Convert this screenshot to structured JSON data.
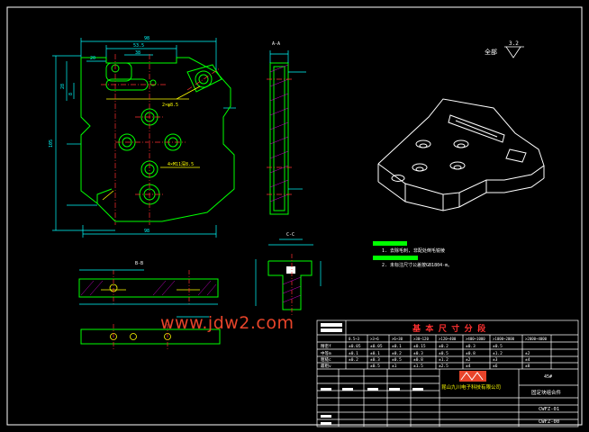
{
  "watermark": "www.jdw2.com",
  "roughness": {
    "label": "全部",
    "value": "3.2"
  },
  "section_labels": {
    "aa": "A-A",
    "bb": "B-B",
    "cc": "C-C"
  },
  "notes": {
    "note1": "1. 去除毛刺, 非配处倒毛锐棱",
    "note2": "2. 未标注尺寸公差按GB1804-m。"
  },
  "front_dims": {
    "top_overall": "98",
    "top_inner": "53.5",
    "top_mid": "38",
    "top_small": "20",
    "left_height": "105",
    "left_upper": "28",
    "left_small": "8",
    "bottom_width": "98",
    "hole_note": "4×M11深8.5",
    "hole_note2": "2×φ8.5"
  },
  "tolerance_table": {
    "title": "基 本 尺 寸 分 段",
    "header": [
      "0.5~3",
      ">3~6",
      ">6~30",
      ">30~120",
      ">120~400",
      ">400~1000",
      ">1000~2000",
      ">2000~4000"
    ],
    "rows": [
      {
        "grade": "精密f",
        "values": [
          "±0.05",
          "±0.05",
          "±0.1",
          "±0.15",
          "±0.2",
          "±0.3",
          "±0.5",
          ""
        ]
      },
      {
        "grade": "中等m",
        "values": [
          "±0.1",
          "±0.1",
          "±0.2",
          "±0.3",
          "±0.5",
          "±0.8",
          "±1.2",
          "±2"
        ]
      },
      {
        "grade": "粗糙c",
        "values": [
          "±0.2",
          "±0.3",
          "±0.5",
          "±0.8",
          "±1.2",
          "±2",
          "±3",
          "±4"
        ]
      },
      {
        "grade": "最粗v",
        "values": [
          "",
          "±0.5",
          "±1",
          "±1.5",
          "±2.5",
          "±4",
          "±6",
          "±8"
        ]
      }
    ]
  },
  "title_block": {
    "company": "昆山九川电子科技有限公司",
    "material": "45#",
    "part_name": "固定块组合件",
    "drawing_no1": "CWFZ-01",
    "drawing_no2": "CWFZ-00"
  },
  "colors": {
    "outline": "#00ff00",
    "dimension": "#00ffff",
    "center": "#ff3030",
    "accent": "#ffff00",
    "white": "#ffffff",
    "magenta": "#ff00ff"
  }
}
